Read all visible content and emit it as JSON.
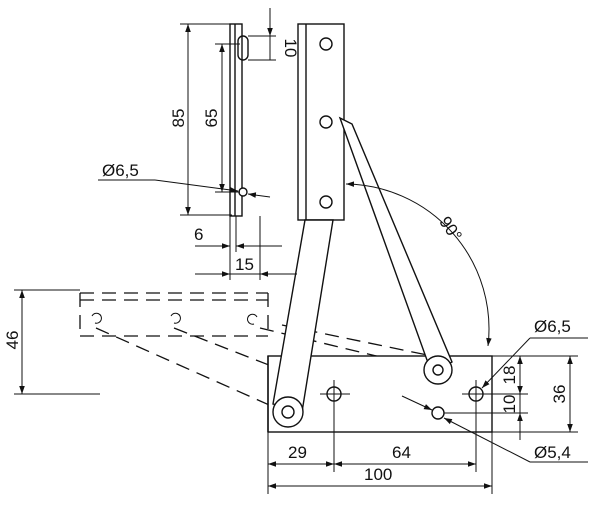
{
  "dims": {
    "d85": "85",
    "d65": "65",
    "d10_top": "10",
    "dia65_left": "Ø6,5",
    "d6": "6",
    "d15": "15",
    "angle": "90°",
    "d46": "46",
    "dia65_right": "Ø6,5",
    "d18": "18",
    "d36": "36",
    "d10_right": "10",
    "d29": "29",
    "d64": "64",
    "d100": "100",
    "dia54": "Ø5,4"
  }
}
